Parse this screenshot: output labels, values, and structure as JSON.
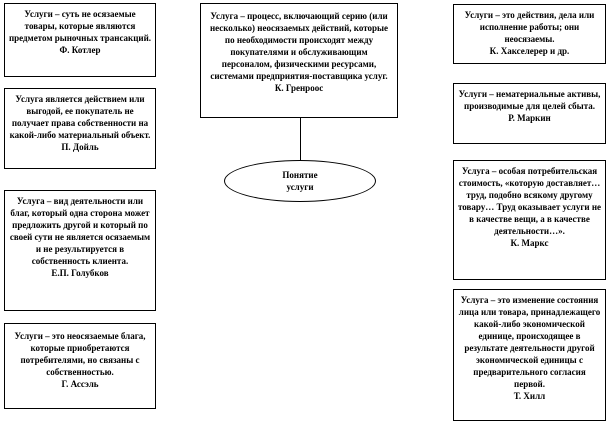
{
  "center": {
    "concept": "Понятие услуги",
    "definition": "Услуга – процесс, включающий серию (или несколько) неосязаемых действий, которые по необходимости происходят между покупателями и обслуживающим персоналом, физическими ресурсами, системами предприятия-поставщика услуг.",
    "author": "К. Гренроос"
  },
  "left": [
    {
      "text": "Услуги – суть не осязаемые товары, которые являются предметом рыночных трансакций.",
      "author": "Ф. Котлер"
    },
    {
      "text": "Услуга является действием или выгодой, ее покупатель не получает права собственности на какой-либо материальный объект.",
      "author": "П. Дойль"
    },
    {
      "text": "Услуга – вид деятельности или благ, который одна сторона может предложить другой и который по своей сути не является осязаемым и не результируется в собственность клиента.",
      "author": "Е.П. Голубков"
    },
    {
      "text": "Услуги – это неосязаемые блага, которые приобретаются потребителями, но связаны с собственностью.",
      "author": "Г. Ассэль"
    }
  ],
  "right": [
    {
      "text": "Услуги – это действия, дела или исполнение работы; они неосязаемы.",
      "author": "К. Хакселерер и др."
    },
    {
      "text": "Услуги – нематериальные активы, производимые для целей сбыта.",
      "author": "Р. Маркин"
    },
    {
      "text": "Услуга – особая потребительская стоимость, «которую доставляет…труд, подобно всякому другому товару… Труд оказывает услуги не в качестве вещи, а в качестве деятельности…».",
      "author": "К. Маркс"
    },
    {
      "text": "Услуга – это изменение состояния лица или товара, принадлежащего какой-либо экономической единице, происходящее в результате деятельности другой экономической единицы с предварительного согласия первой.",
      "author": "Т. Хилл"
    }
  ]
}
